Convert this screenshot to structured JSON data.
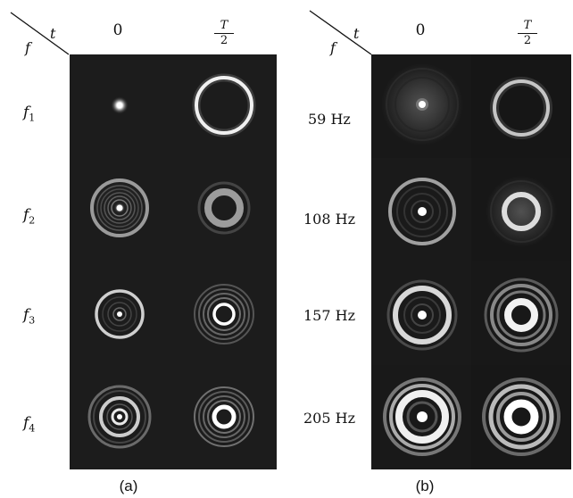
{
  "panel_a": {
    "axis_t": "t",
    "axis_f": "f",
    "col_0": "0",
    "col_T": "T",
    "col_2": "2",
    "rows": [
      {
        "label": "f",
        "sub": "1"
      },
      {
        "label": "f",
        "sub": "2"
      },
      {
        "label": "f",
        "sub": "3"
      },
      {
        "label": "f",
        "sub": "4"
      }
    ],
    "caption": "(a)"
  },
  "panel_b": {
    "axis_t": "t",
    "axis_f": "f",
    "col_0": "0",
    "col_T": "T",
    "col_2": "2",
    "rows": [
      {
        "label": "59 Hz"
      },
      {
        "label": "108 Hz"
      },
      {
        "label": "157 Hz"
      },
      {
        "label": "205 Hz"
      }
    ],
    "caption": "(b)"
  }
}
